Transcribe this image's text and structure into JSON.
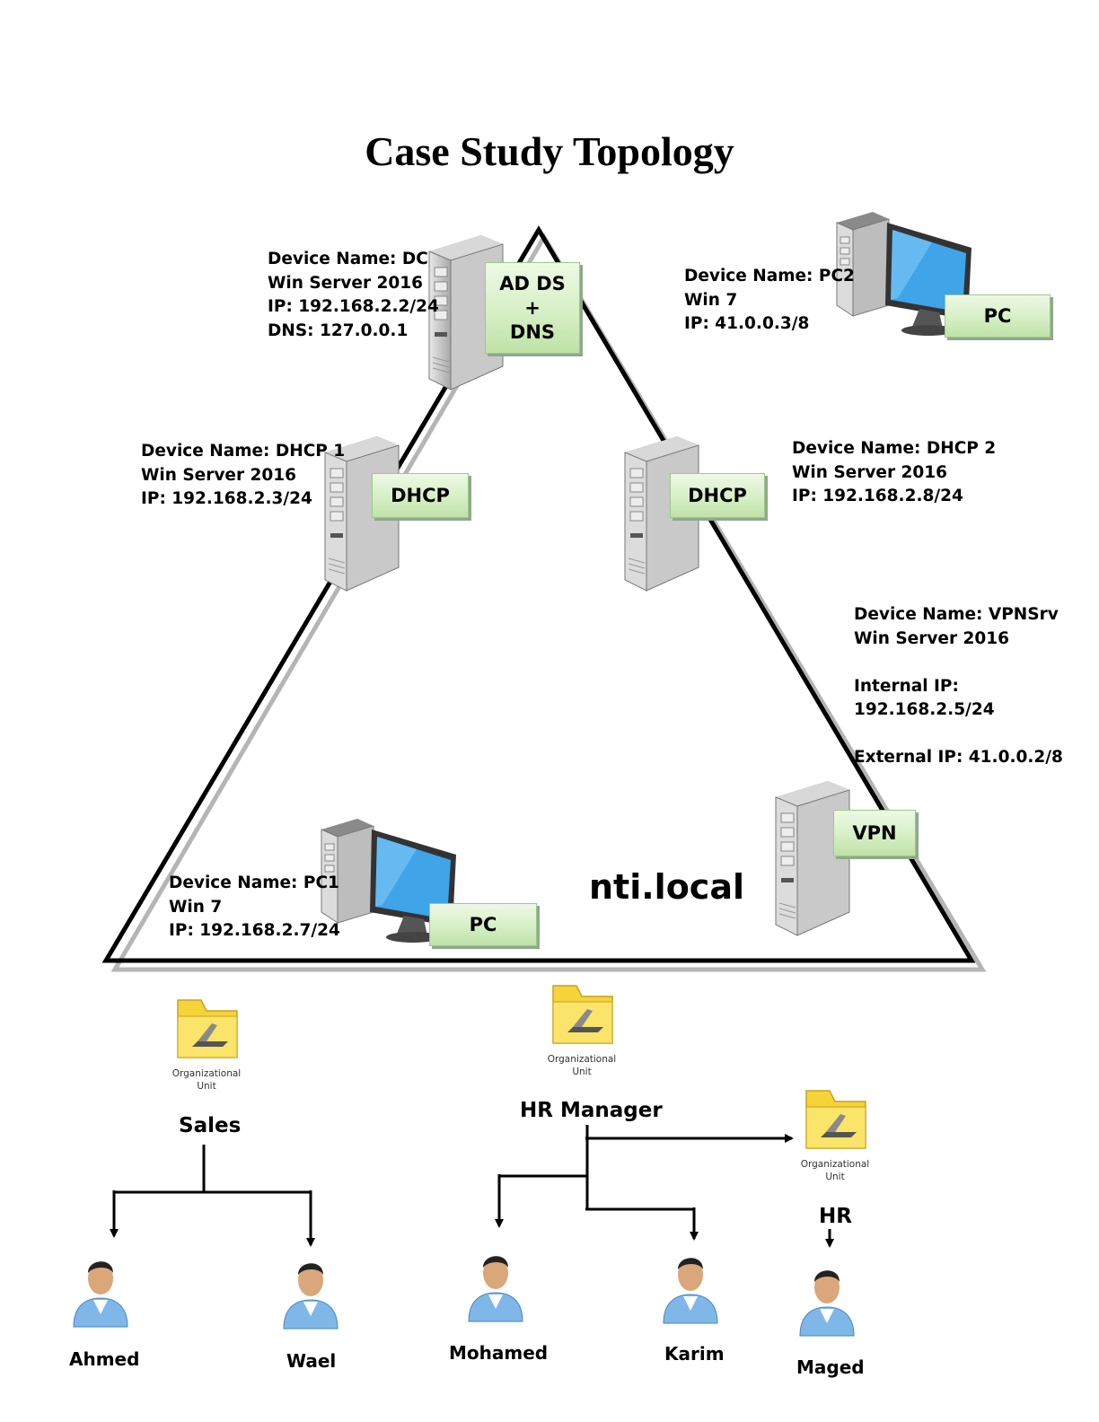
{
  "title": "Case Study Topology",
  "domain_label": "nti.local",
  "devices": {
    "dc": {
      "lines": [
        "Device Name: DC",
        "Win Server 2016",
        "IP: 192.168.2.2/24",
        "DNS: 127.0.0.1"
      ],
      "role_lines": [
        "AD DS",
        "+",
        "DNS"
      ]
    },
    "pc2": {
      "lines": [
        "Device Name: PC2",
        "Win 7",
        "IP: 41.0.0.3/8"
      ],
      "role": "PC"
    },
    "dhcp1": {
      "lines": [
        "Device Name: DHCP 1",
        "Win Server 2016",
        "IP: 192.168.2.3/24"
      ],
      "role": "DHCP"
    },
    "dhcp2": {
      "lines": [
        "Device Name: DHCP 2",
        "Win Server 2016",
        "IP: 192.168.2.8/24"
      ],
      "role": "DHCP"
    },
    "vpn": {
      "lines": [
        "Device Name: VPNSrv",
        "Win Server 2016",
        "",
        "Internal IP:",
        "192.168.2.5/24",
        "",
        "External IP: 41.0.0.2/8"
      ],
      "role": "VPN"
    },
    "pc1": {
      "lines": [
        "Device Name: PC1",
        "Win 7",
        "IP: 192.168.2.7/24"
      ],
      "role": "PC"
    }
  },
  "ou_caption": [
    "Organizational",
    "Unit"
  ],
  "org": {
    "sales": "Sales",
    "hr_manager": "HR Manager",
    "hr": "HR",
    "users": [
      "Ahmed",
      "Wael",
      "Mohamed",
      "Karim",
      "Maged"
    ]
  },
  "colors": {
    "role_box_top": "#eef9e6",
    "role_box_bottom": "#bfe2a8",
    "folder": "#f5d43a",
    "user_shirt": "#7fb8e8"
  }
}
